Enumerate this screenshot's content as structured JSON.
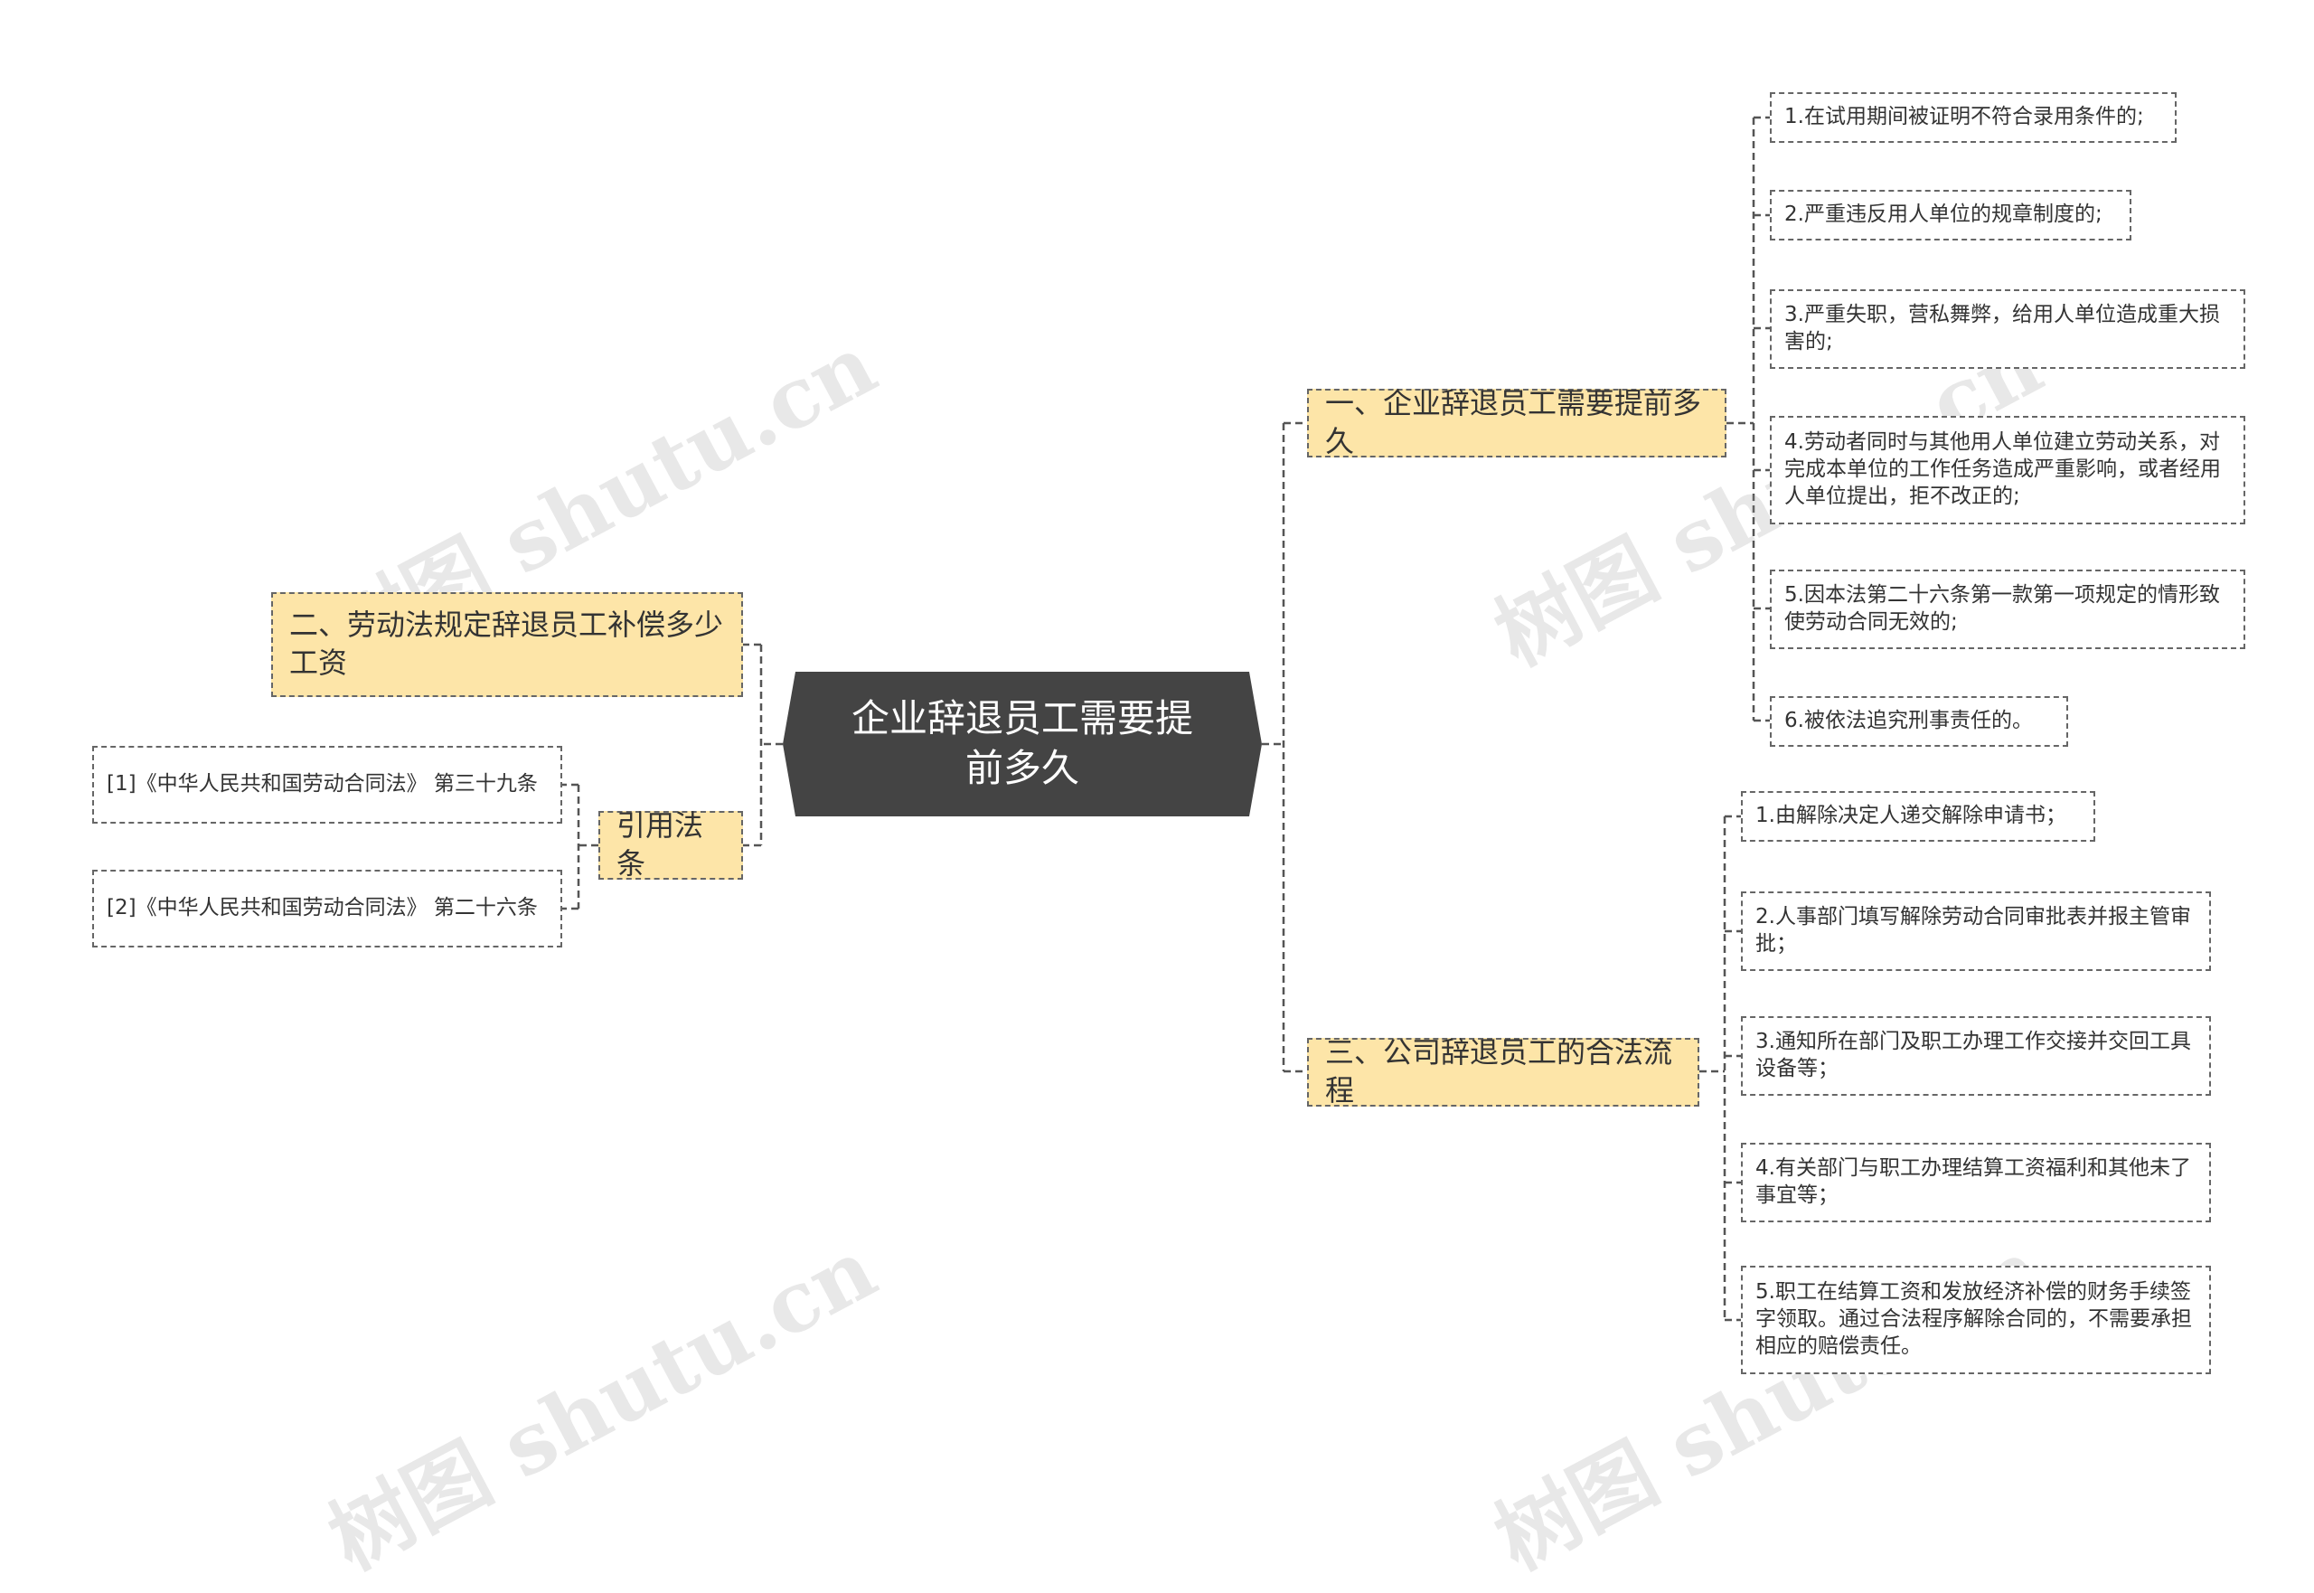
{
  "root": "企业辞退员工需要提前多久",
  "branches": {
    "b1": {
      "title": "一、企业辞退员工需要提前多久",
      "items": [
        "1.在试用期间被证明不符合录用条件的;",
        "2.严重违反用人单位的规章制度的;",
        "3.严重失职，营私舞弊，给用人单位造成重大损害的;",
        "4.劳动者同时与其他用人单位建立劳动关系，对完成本单位的工作任务造成严重影响，或者经用人单位提出，拒不改正的;",
        "5.因本法第二十六条第一款第一项规定的情形致使劳动合同无效的;",
        "6.被依法追究刑事责任的。"
      ]
    },
    "b2": {
      "title": "二、劳动法规定辞退员工补偿多少工资"
    },
    "b3": {
      "title": "三、公司辞退员工的合法流程",
      "items": [
        "1.由解除决定人递交解除申请书；",
        "2.人事部门填写解除劳动合同审批表并报主管审批；",
        "3.通知所在部门及职工办理工作交接并交回工具设备等；",
        "4.有关部门与职工办理结算工资福利和其他未了事宜等；",
        "5.职工在结算工资和发放经济补偿的财务手续签字领取。通过合法程序解除合同的，不需要承担相应的赔偿责任。"
      ]
    },
    "refs": {
      "title": "引用法条",
      "items": [
        "[1]《中华人民共和国劳动合同法》 第三十九条",
        "[2]《中华人民共和国劳动合同法》 第二十六条"
      ]
    }
  },
  "watermark": "树图 shutu.cn"
}
